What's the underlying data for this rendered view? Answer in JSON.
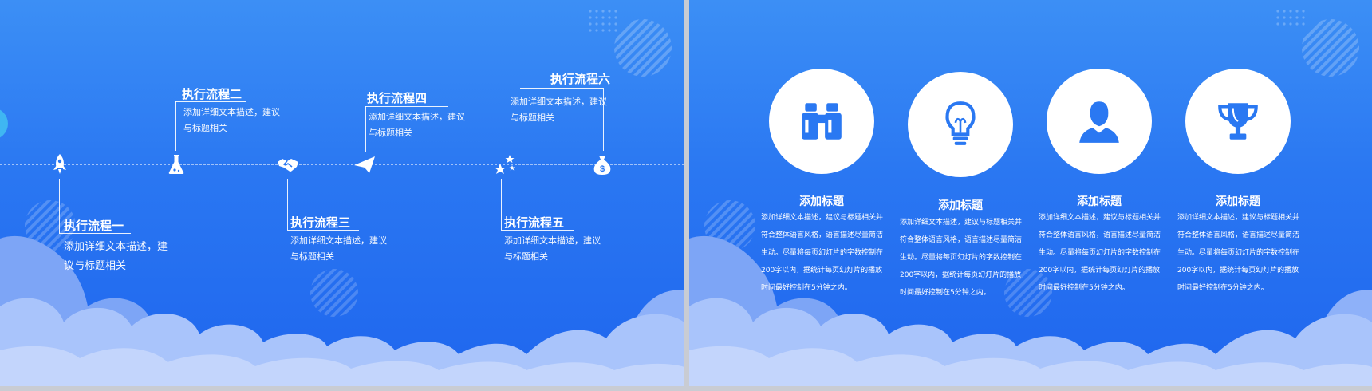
{
  "left_slide": {
    "steps": [
      {
        "title": "执行流程一",
        "desc": "添加详细文本描述，建议与标题相关",
        "icon": "rocket-icon"
      },
      {
        "title": "执行流程二",
        "desc": "添加详细文本描述，建议与标题相关",
        "icon": "flask-icon"
      },
      {
        "title": "执行流程三",
        "desc": "添加详细文本描述，建议与标题相关",
        "icon": "handshake-icon"
      },
      {
        "title": "执行流程四",
        "desc": "添加详细文本描述，建议与标题相关",
        "icon": "paper-plane-icon"
      },
      {
        "title": "执行流程五",
        "desc": "添加详细文本描述，建议与标题相关",
        "icon": "stars-icon"
      },
      {
        "title": "执行流程六",
        "desc": "添加详细文本描述，建议与标题相关",
        "icon": "money-bag-icon"
      }
    ]
  },
  "right_slide": {
    "cards": [
      {
        "title": "添加标题",
        "icon": "binoculars-icon",
        "desc": "添加详细文本描述，建议与标题相关并符合整体语言风格，语言描述尽量简洁生动。尽量将每页幻灯片的字数控制在200字以内，据统计每页幻灯片的播放时间最好控制在5分钟之内。"
      },
      {
        "title": "添加标题",
        "icon": "lightbulb-icon",
        "desc": "添加详细文本描述，建议与标题相关并符合整体语言风格，语言描述尽量简洁生动。尽量将每页幻灯片的字数控制在200字以内，据统计每页幻灯片的播放时间最好控制在5分钟之内。"
      },
      {
        "title": "添加标题",
        "icon": "user-icon",
        "desc": "添加详细文本描述，建议与标题相关并符合整体语言风格，语言描述尽量简洁生动。尽量将每页幻灯片的字数控制在200字以内，据统计每页幻灯片的播放时间最好控制在5分钟之内。"
      },
      {
        "title": "添加标题",
        "icon": "trophy-icon",
        "desc": "添加详细文本描述，建议与标题相关并符合整体语言风格，语言描述尽量简洁生动。尽量将每页幻灯片的字数控制在200字以内，据统计每页幻灯片的播放时间最好控制在5分钟之内。"
      }
    ]
  },
  "colors": {
    "background_top": "#3c8ff5",
    "background_bottom": "#1f66ee",
    "cloud_light": "#a9c4fb",
    "cloud_mid": "#8fb2f8",
    "icon_blue": "#2a78f2",
    "text": "#ffffff"
  }
}
